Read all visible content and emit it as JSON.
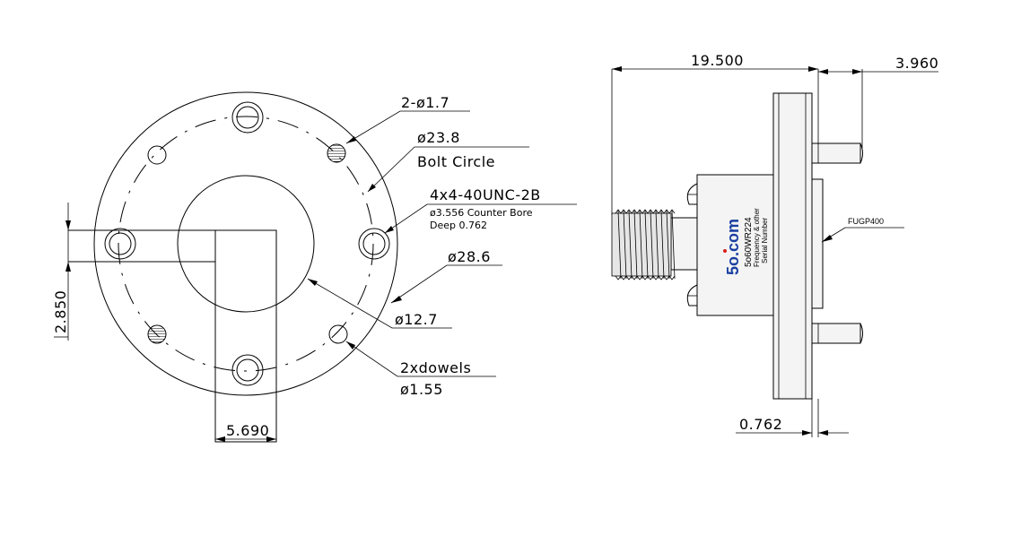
{
  "front_view": {
    "holes_label": "2-ø1.7",
    "bolt_circle_dia": "ø23.8",
    "bolt_circle_label": "Bolt Circle",
    "thread_spec": "4x4-40UNC-2B",
    "counter_bore": "ø3.556 Counter Bore",
    "deep": "Deep 0.762",
    "flange_dia": "ø28.6",
    "bore_dia": "ø12.7",
    "dowels_label": "2xdowels",
    "dowels_dia": "ø1.55",
    "waveguide_height": "2.850",
    "waveguide_width": "5.690"
  },
  "side_view": {
    "overall_length": "19.500",
    "pin_length": "3.960",
    "flange_label": "FUGP400",
    "flange_thickness": "0.762",
    "brand": "5o.com",
    "model": "5o60WR224",
    "line2": "Frequency & other",
    "line3": "Serial Number"
  },
  "colors": {
    "line": "#000000",
    "brand_blue": "#1a3fa0",
    "brand_red": "#d8201a"
  }
}
